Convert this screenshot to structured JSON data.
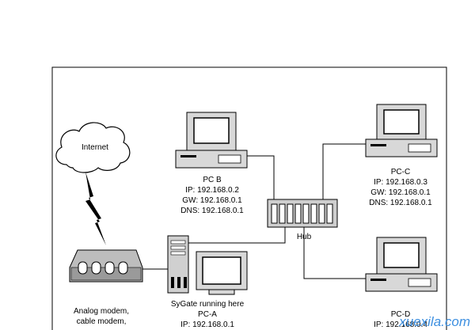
{
  "internet": {
    "label": "Internet"
  },
  "hub": {
    "label": "Hub"
  },
  "pc_b": {
    "name": "PC B",
    "ip": "IP: 192.168.0.2",
    "gw": "GW: 192.168.0.1",
    "dns": "DNS: 192.168.0.1"
  },
  "pc_c": {
    "name": "PC-C",
    "ip": "IP: 192.168.0.3",
    "gw": "GW: 192.168.0.1",
    "dns": "DNS: 192.168.0.1"
  },
  "pc_a": {
    "note": "SyGate running here",
    "name": "PC-A",
    "ip": "IP: 192.168.0.1"
  },
  "pc_d": {
    "name": "PC-D",
    "ip": "IP: 192.168.0.4"
  },
  "modem": {
    "line1": "Analog modem,",
    "line2": "cable modem,"
  },
  "watermark": {
    "text": "xuexila.com"
  }
}
